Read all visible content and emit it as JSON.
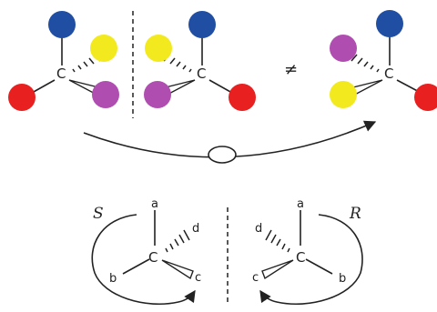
{
  "colors": {
    "blue": "#1f4ea3",
    "yellow": "#f2ea1f",
    "magenta": "#b04db0",
    "red": "#e8201f",
    "ink": "#222222"
  },
  "top": {
    "molecule_left": {
      "center": "C"
    },
    "molecule_mirror": {
      "center": "C"
    },
    "molecule_right": {
      "center": "C"
    },
    "not_equal": "≠"
  },
  "bottom": {
    "left": {
      "config": "S",
      "center": "C",
      "sub_a": "a",
      "sub_b": "b",
      "sub_c": "c",
      "sub_d": "d"
    },
    "right": {
      "config": "R",
      "center": "C",
      "sub_a": "a",
      "sub_b": "b",
      "sub_c": "c",
      "sub_d": "d"
    }
  },
  "icons": [
    "rotation-arrow-icon",
    "oval-axis-icon",
    "mirror-plane-icon"
  ]
}
